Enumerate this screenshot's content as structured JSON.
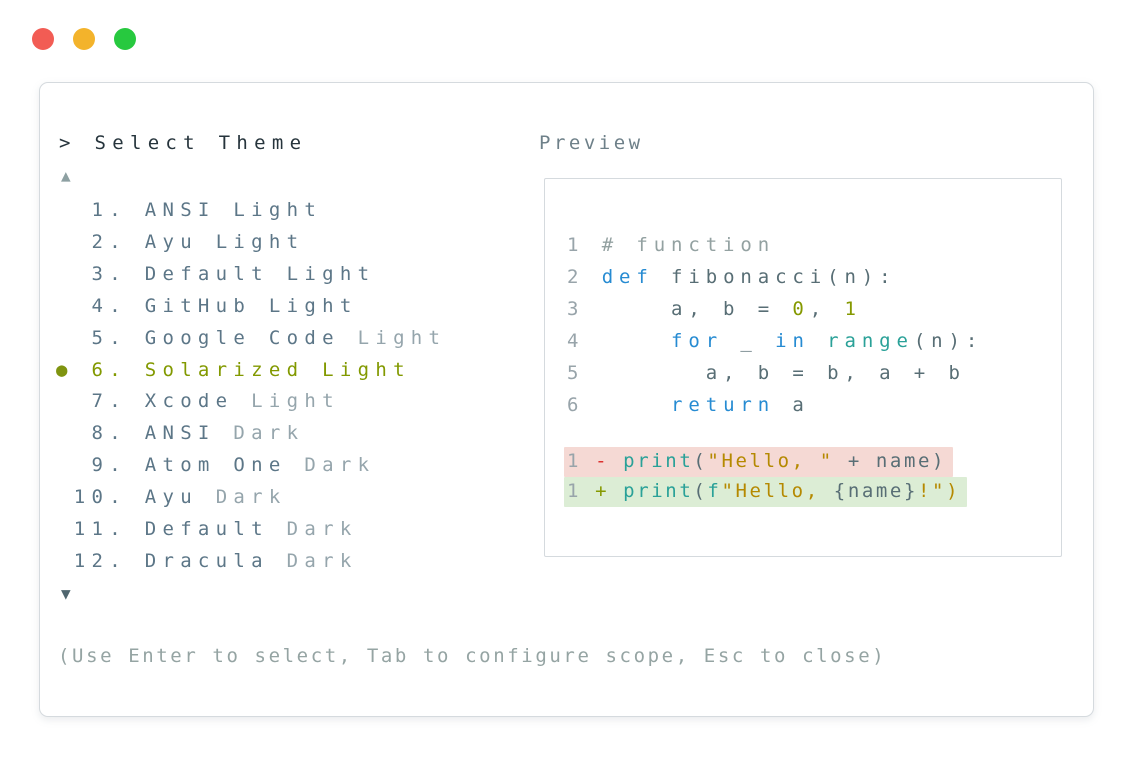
{
  "window": {
    "traffic_lights": [
      {
        "name": "close",
        "color": "#f25c54"
      },
      {
        "name": "minimize",
        "color": "#f3b32b"
      },
      {
        "name": "zoom",
        "color": "#27c93f"
      }
    ]
  },
  "left_panel": {
    "prompt": "> Select Theme",
    "scroll_up_symbol": "▲",
    "scroll_down_symbol": "▼",
    "selected_marker": "●",
    "items": [
      {
        "number": " 1",
        "name": "ANSI",
        "variant": "Light",
        "muted_variant": false,
        "selected": false
      },
      {
        "number": " 2",
        "name": "Ayu",
        "variant": "Light",
        "muted_variant": false,
        "selected": false
      },
      {
        "number": " 3",
        "name": "Default",
        "variant": "Light",
        "muted_variant": false,
        "selected": false
      },
      {
        "number": " 4",
        "name": "GitHub",
        "variant": "Light",
        "muted_variant": false,
        "selected": false
      },
      {
        "number": " 5",
        "name": "Google Code",
        "variant": "Light",
        "muted_variant": true,
        "selected": false
      },
      {
        "number": " 6",
        "name": "Solarized",
        "variant": "Light",
        "muted_variant": false,
        "selected": true
      },
      {
        "number": " 7",
        "name": "Xcode",
        "variant": "Light",
        "muted_variant": true,
        "selected": false
      },
      {
        "number": " 8",
        "name": "ANSI",
        "variant": "Dark",
        "muted_variant": true,
        "selected": false
      },
      {
        "number": " 9",
        "name": "Atom One",
        "variant": "Dark",
        "muted_variant": true,
        "selected": false
      },
      {
        "number": "10",
        "name": "Ayu",
        "variant": "Dark",
        "muted_variant": true,
        "selected": false
      },
      {
        "number": "11",
        "name": "Default",
        "variant": "Dark",
        "muted_variant": true,
        "selected": false
      },
      {
        "number": "12",
        "name": "Dracula",
        "variant": "Dark",
        "muted_variant": true,
        "selected": false
      }
    ],
    "hint": "(Use Enter to select, Tab to configure scope, Esc to close)"
  },
  "preview": {
    "title": "Preview",
    "code_lines": [
      {
        "tokens": [
          {
            "t": "1 ",
            "c": "gray"
          },
          {
            "t": "# function",
            "c": "comment"
          }
        ]
      },
      {
        "tokens": [
          {
            "t": "2 ",
            "c": "gray"
          },
          {
            "t": "def",
            "c": "kw"
          },
          {
            "t": " fibonacci(n):",
            "c": "fg"
          }
        ]
      },
      {
        "tokens": [
          {
            "t": "3 ",
            "c": "gray"
          },
          {
            "t": "    a, b = ",
            "c": "fg"
          },
          {
            "t": "0",
            "c": "num"
          },
          {
            "t": ", ",
            "c": "fg"
          },
          {
            "t": "1",
            "c": "num"
          }
        ]
      },
      {
        "tokens": [
          {
            "t": "4 ",
            "c": "gray"
          },
          {
            "t": "    ",
            "c": "fg"
          },
          {
            "t": "for",
            "c": "kw"
          },
          {
            "t": " _ ",
            "c": "fg"
          },
          {
            "t": "in",
            "c": "kw"
          },
          {
            "t": " ",
            "c": "fg"
          },
          {
            "t": "range",
            "c": "fn"
          },
          {
            "t": "(n):",
            "c": "fg"
          }
        ]
      },
      {
        "tokens": [
          {
            "t": "5 ",
            "c": "gray"
          },
          {
            "t": "      a, b = b, a + b",
            "c": "fg"
          }
        ]
      },
      {
        "tokens": [
          {
            "t": "6 ",
            "c": "gray"
          },
          {
            "t": "    ",
            "c": "fg"
          },
          {
            "t": "return",
            "c": "kw"
          },
          {
            "t": " a",
            "c": "fg"
          }
        ]
      }
    ],
    "diff_lines": [
      {
        "kind": "removed",
        "tokens": [
          {
            "t": "1 ",
            "c": "gray"
          },
          {
            "t": "-",
            "c": "red"
          },
          {
            "t": " ",
            "c": "fg"
          },
          {
            "t": "print",
            "c": "fn"
          },
          {
            "t": "(",
            "c": "fg"
          },
          {
            "t": "\"Hello, \"",
            "c": "str"
          },
          {
            "t": " + name)",
            "c": "fg"
          }
        ]
      },
      {
        "kind": "added",
        "tokens": [
          {
            "t": "1 ",
            "c": "gray"
          },
          {
            "t": "+",
            "c": "green"
          },
          {
            "t": " ",
            "c": "fg"
          },
          {
            "t": "print",
            "c": "fn"
          },
          {
            "t": "(",
            "c": "fg"
          },
          {
            "t": "f",
            "c": "fn"
          },
          {
            "t": "\"Hello, ",
            "c": "str"
          },
          {
            "t": "{name}",
            "c": "fg"
          },
          {
            "t": "!\")",
            "c": "str"
          }
        ]
      }
    ]
  },
  "palette": {
    "prompt_text": "#26343c",
    "list_text": "#5c7687",
    "muted_text": "#95a5ac",
    "selected_olive": "#829900",
    "preview_label": "#6e8089",
    "hint_text": "#95a4a3",
    "border": "#d5dade",
    "syntax_blue": "#268bd2",
    "syntax_teal": "#2aa198",
    "syntax_gold": "#b58900",
    "syntax_olive": "#859900",
    "syntax_red": "#dc322f",
    "syntax_comment": "#93a1a1",
    "line_number": "#98a4aa",
    "diff_removed_bg": "#f5d9d4",
    "diff_added_bg": "#dcedd5"
  }
}
